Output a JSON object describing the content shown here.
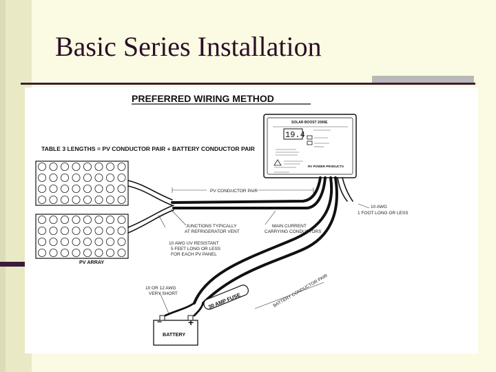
{
  "slide": {
    "title": "Basic Series Installation"
  },
  "diagram": {
    "heading": "PREFERRED WIRING METHOD",
    "table_note": "TABLE 3 LENGTHS  =  PV CONDUCTOR PAIR + BATTERY CONDUCTOR PAIR",
    "controller": {
      "name": "SOLAR BOOST 2000E",
      "display": "19.4",
      "brand": "RV POWER PRODUCTS"
    },
    "labels": {
      "pv_pair": "PV CONDUCTOR PAIR",
      "ten_awg_top_1": "10 AWG",
      "ten_awg_top_2": "1 FOOT LONG OR LESS",
      "junctions_1": "JUNCTIONS TYPICALLY",
      "junctions_2": "AT REFRIGERATOR VENT",
      "main_current_1": "MAIN CURRENT",
      "main_current_2": "CARRYING CONDUCTORS",
      "uv_1": "10 AWG UV RESISTANT",
      "uv_2": "5 FEET LONG OR LESS",
      "uv_3": "FOR EACH PV PANEL",
      "pv_array": "PV ARRAY",
      "short_1": "10 OR 12 AWG",
      "short_2": "VERY SHORT",
      "fuse": "30 AMP FUSE",
      "battery_pair": "BATTERY CONDUCTOR PAIR",
      "battery": "BATTERY",
      "minus": "−",
      "plus": "+"
    }
  }
}
